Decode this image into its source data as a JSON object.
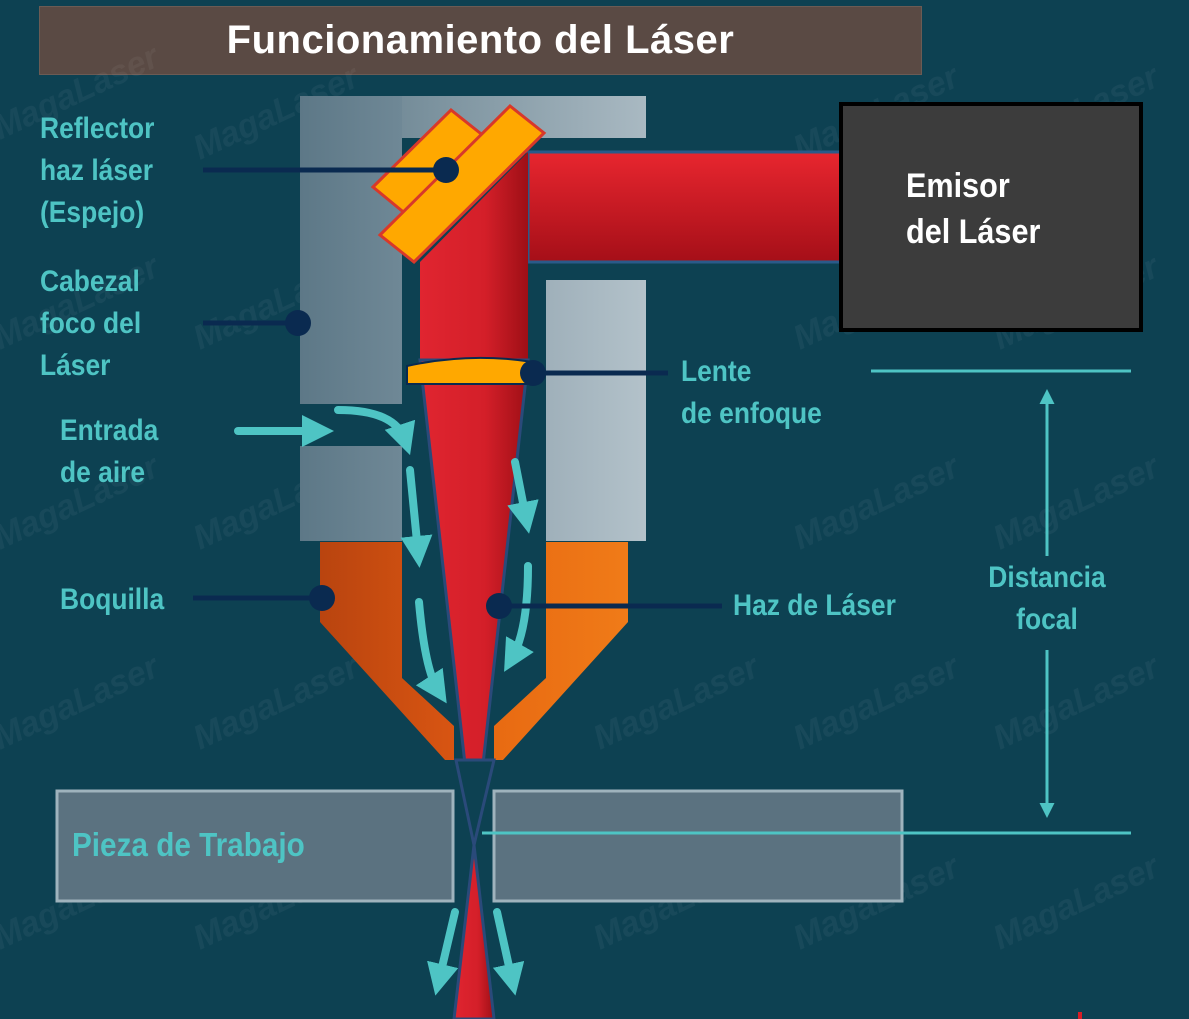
{
  "title": "Funcionamiento del Láser",
  "labels": {
    "reflector": "Reflector\nhaz láser\n(Espejo)",
    "cabezal": "Cabezal\nfoco del\nLáser",
    "entrada_aire": "Entrada\nde aire",
    "boquilla": "Boquilla",
    "lente": "Lente\nde enfoque",
    "haz": "Haz de Láser",
    "distancia_focal": "Distancia\nfocal",
    "pieza": "Pieza de Trabajo",
    "emisor": "Emisor\ndel Láser"
  },
  "colors": {
    "background": "#0d4152",
    "title_bar": "#5a4a44",
    "label": "#4ec4c4",
    "laser_red": "#d81e26",
    "mirror": "#ffa800",
    "nozzle": "#e06010",
    "head_gray": "#5a7382",
    "pointer": "#0a2a50",
    "emitter": "#3c3c3c"
  },
  "icons": [
    "pointer-dot-icon",
    "air-flow-arrow-icon",
    "focal-distance-arrow-icon"
  ]
}
